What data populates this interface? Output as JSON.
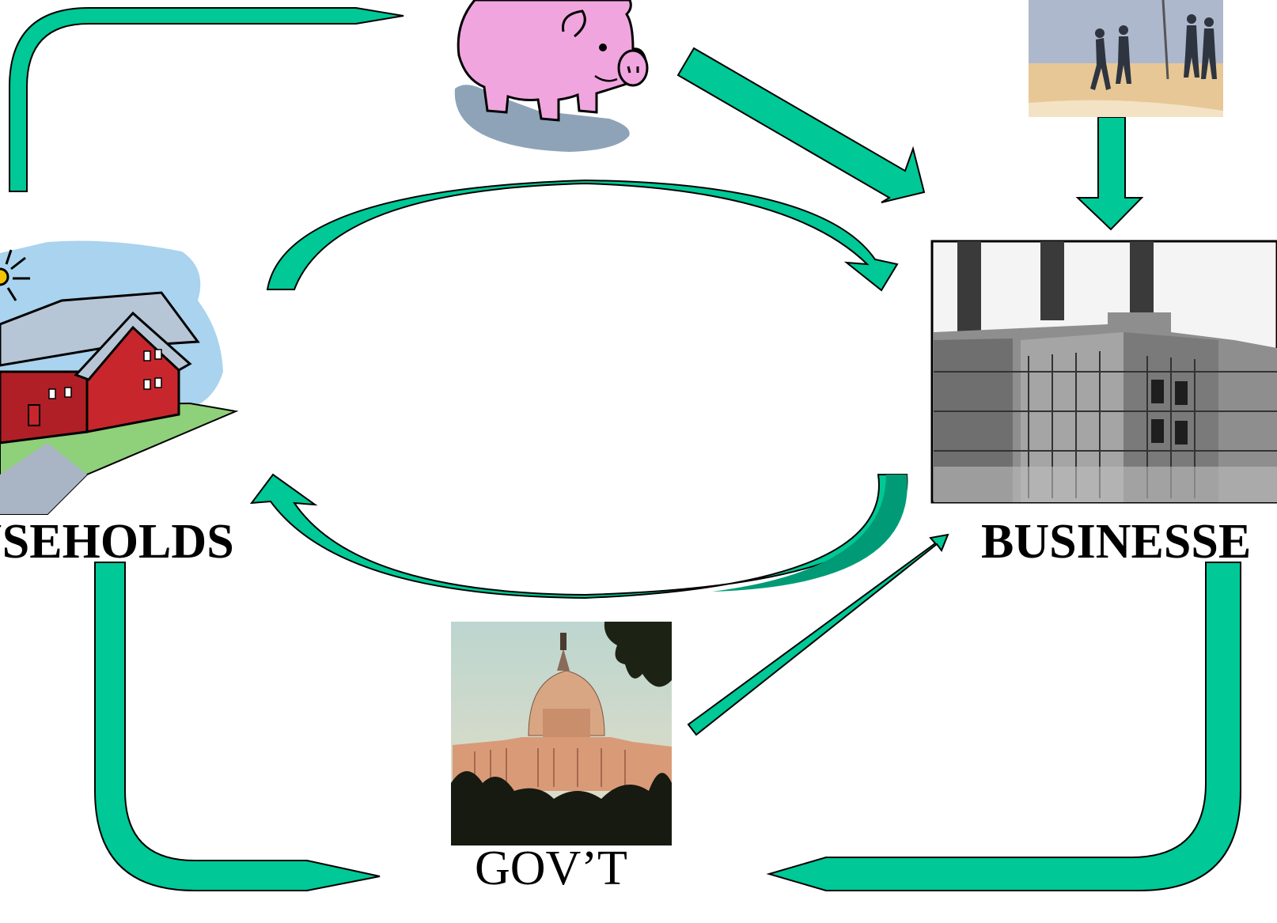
{
  "labels": {
    "households": "USEHOLDS",
    "businesses": "BUSINESSE",
    "government": "GOV’T"
  },
  "colors": {
    "arrow_fill": "#00C896",
    "arrow_dark": "#009b76",
    "arrow_stroke": "#000000",
    "pig": "#f1a5df",
    "pig_shadow": "#8fa3b8"
  },
  "nodes": [
    "households-image",
    "piggy-bank-image",
    "investment-image",
    "factory-image",
    "capitol-image"
  ]
}
